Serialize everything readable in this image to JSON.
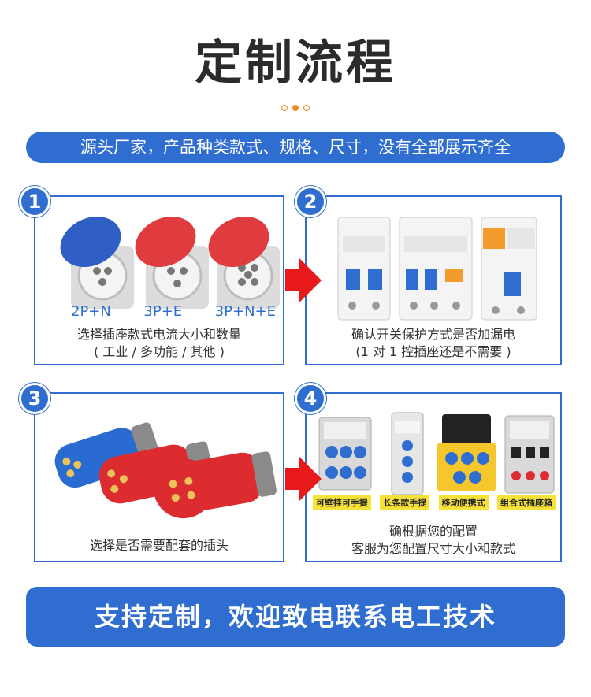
{
  "title": "定制流程",
  "banner": "源头厂家，产品种类款式、规格、尺寸，没有全部展示齐全",
  "steps": [
    {
      "num": "1",
      "labels": [
        "2P+N",
        "3P+E",
        "3P+N+E"
      ],
      "caption_line1": "选择插座款式电流大小和数量",
      "caption_line2": "( 工业 / 多功能 / 其他 )"
    },
    {
      "num": "2",
      "caption_line1": "确认开关保护方式是否加漏电",
      "caption_line2": "(1 对 1 控插座还是不需要 )"
    },
    {
      "num": "3",
      "caption_line1": "选择是否需要配套的插头"
    },
    {
      "num": "4",
      "labels": [
        "可壁挂可手提",
        "长条款手提",
        "移动便携式",
        "组合式插座箱"
      ],
      "caption_line1": "确根据您的配置",
      "caption_line2": "客服为您配置尺寸大小和款式"
    }
  ],
  "footer": "支持定制，欢迎致电联系电工技术",
  "colors": {
    "primary": "#2f6ed0",
    "accent": "#e8191b",
    "label_bg": "#f7e23a",
    "dot": "#f08a24"
  }
}
